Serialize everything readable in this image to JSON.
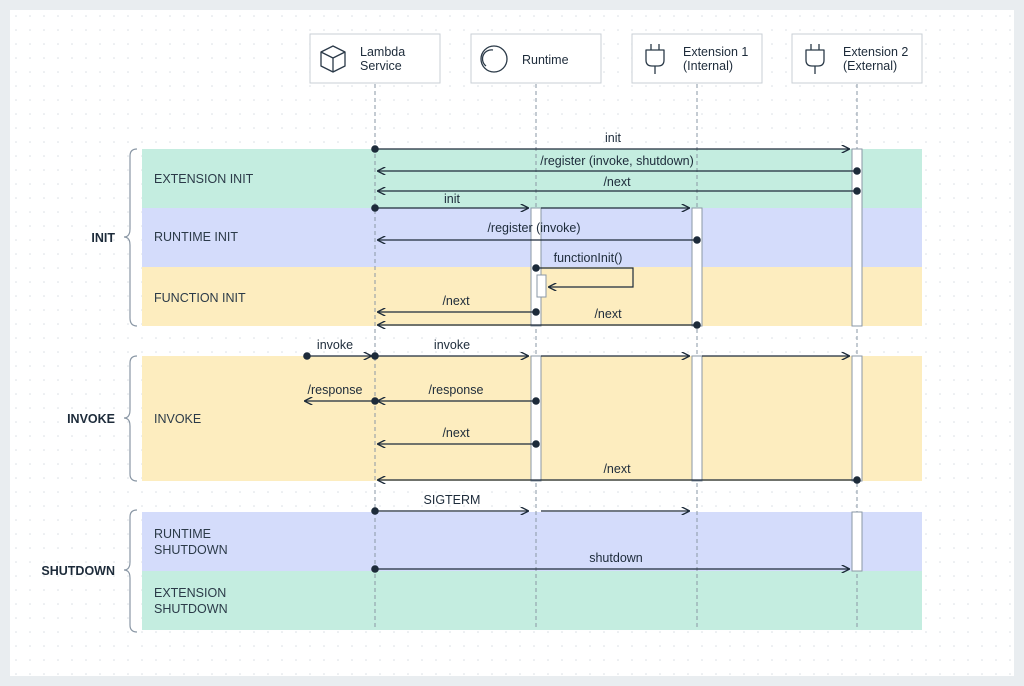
{
  "participants": {
    "lambda": {
      "line1": "Lambda",
      "line2": "Service"
    },
    "runtime": {
      "line1": "Runtime",
      "line2": ""
    },
    "ext1": {
      "line1": "Extension 1",
      "line2": "(Internal)"
    },
    "ext2": {
      "line1": "Extension 2",
      "line2": "(External)"
    }
  },
  "phases": {
    "init": "INIT",
    "invoke": "INVOKE",
    "shutdown": "SHUTDOWN"
  },
  "bands": {
    "extension_init": {
      "line1": "EXTENSION INIT",
      "line2": ""
    },
    "runtime_init": {
      "line1": "RUNTIME INIT",
      "line2": ""
    },
    "function_init": {
      "line1": "FUNCTION INIT",
      "line2": ""
    },
    "invoke": {
      "line1": "INVOKE",
      "line2": ""
    },
    "runtime_shutdown": {
      "line1": "RUNTIME",
      "line2": "SHUTDOWN"
    },
    "extension_shutdown": {
      "line1": "EXTENSION",
      "line2": "SHUTDOWN"
    }
  },
  "messages": {
    "m1": "init",
    "m2": "/register (invoke, shutdown)",
    "m3": "/next",
    "m4": "init",
    "m5": "/register (invoke)",
    "m6": "functionInit()",
    "m7": "/next",
    "m8": "/next",
    "m9": "invoke",
    "m10": "invoke",
    "m11": "/response",
    "m12": "/response",
    "m13": "/next",
    "m14": "/next",
    "m15": "SIGTERM",
    "m16": "shutdown"
  },
  "colors": {
    "background": "#e9edf0",
    "panel": "#ffffff",
    "green_band": "#c4ede0",
    "blue_band": "#d4dcfb",
    "yellow_band": "#fdedbf",
    "ink": "#1d2b3a"
  }
}
